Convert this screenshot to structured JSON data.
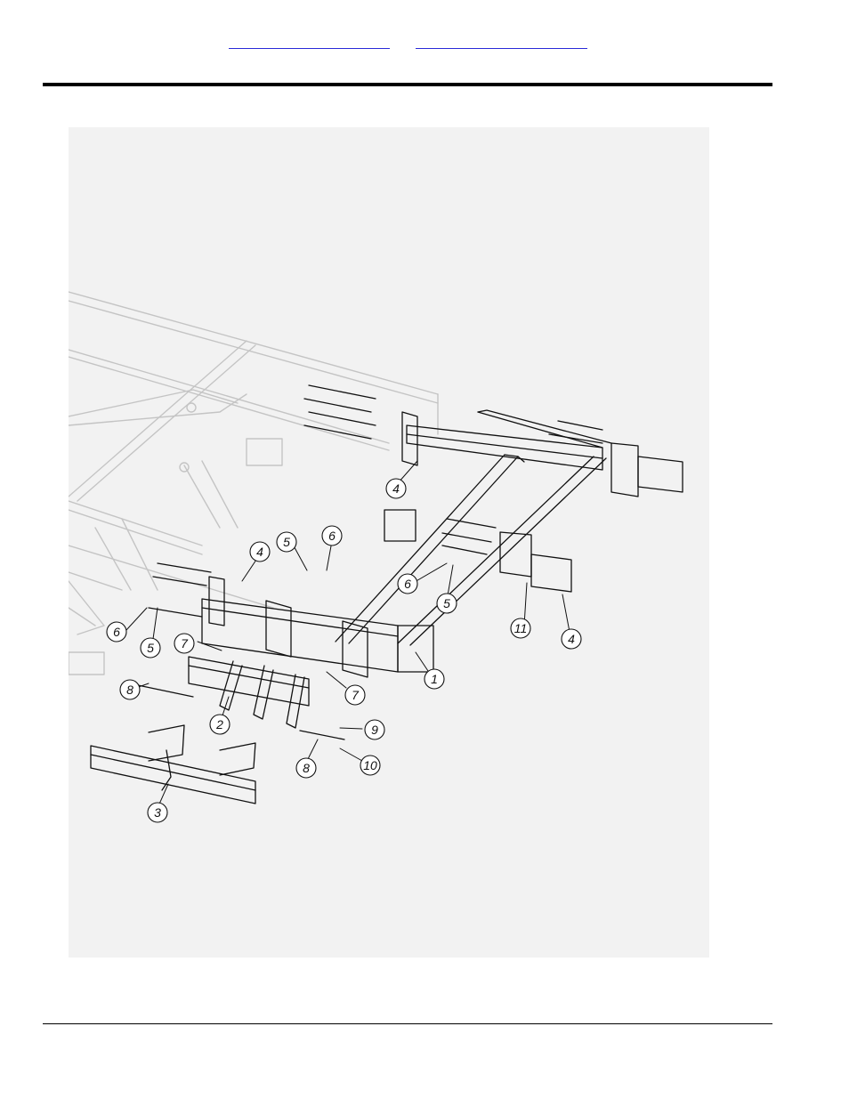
{
  "header": {
    "links": [
      "",
      ""
    ]
  },
  "diagram": {
    "callouts": [
      {
        "label": "1"
      },
      {
        "label": "2"
      },
      {
        "label": "3"
      },
      {
        "label": "4"
      },
      {
        "label": "4"
      },
      {
        "label": "4"
      },
      {
        "label": "5"
      },
      {
        "label": "5"
      },
      {
        "label": "5"
      },
      {
        "label": "6"
      },
      {
        "label": "6"
      },
      {
        "label": "6"
      },
      {
        "label": "7"
      },
      {
        "label": "7"
      },
      {
        "label": "8"
      },
      {
        "label": "8"
      },
      {
        "label": "9"
      },
      {
        "label": "10"
      },
      {
        "label": "11"
      }
    ]
  }
}
